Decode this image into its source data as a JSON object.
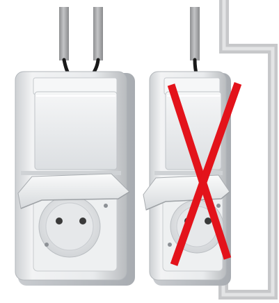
{
  "illustration": {
    "subject": "wiring-comparison",
    "panels": [
      {
        "id": "left",
        "status": "correct"
      },
      {
        "id": "right",
        "status": "incorrect"
      }
    ],
    "colors": {
      "background": "#ffffff",
      "housing": "#e8eaec",
      "cable_sheath": "#a9aaac",
      "wire": "#1a1a1a",
      "cross": "#e3131b",
      "conduit": "#c7c8ca"
    }
  }
}
